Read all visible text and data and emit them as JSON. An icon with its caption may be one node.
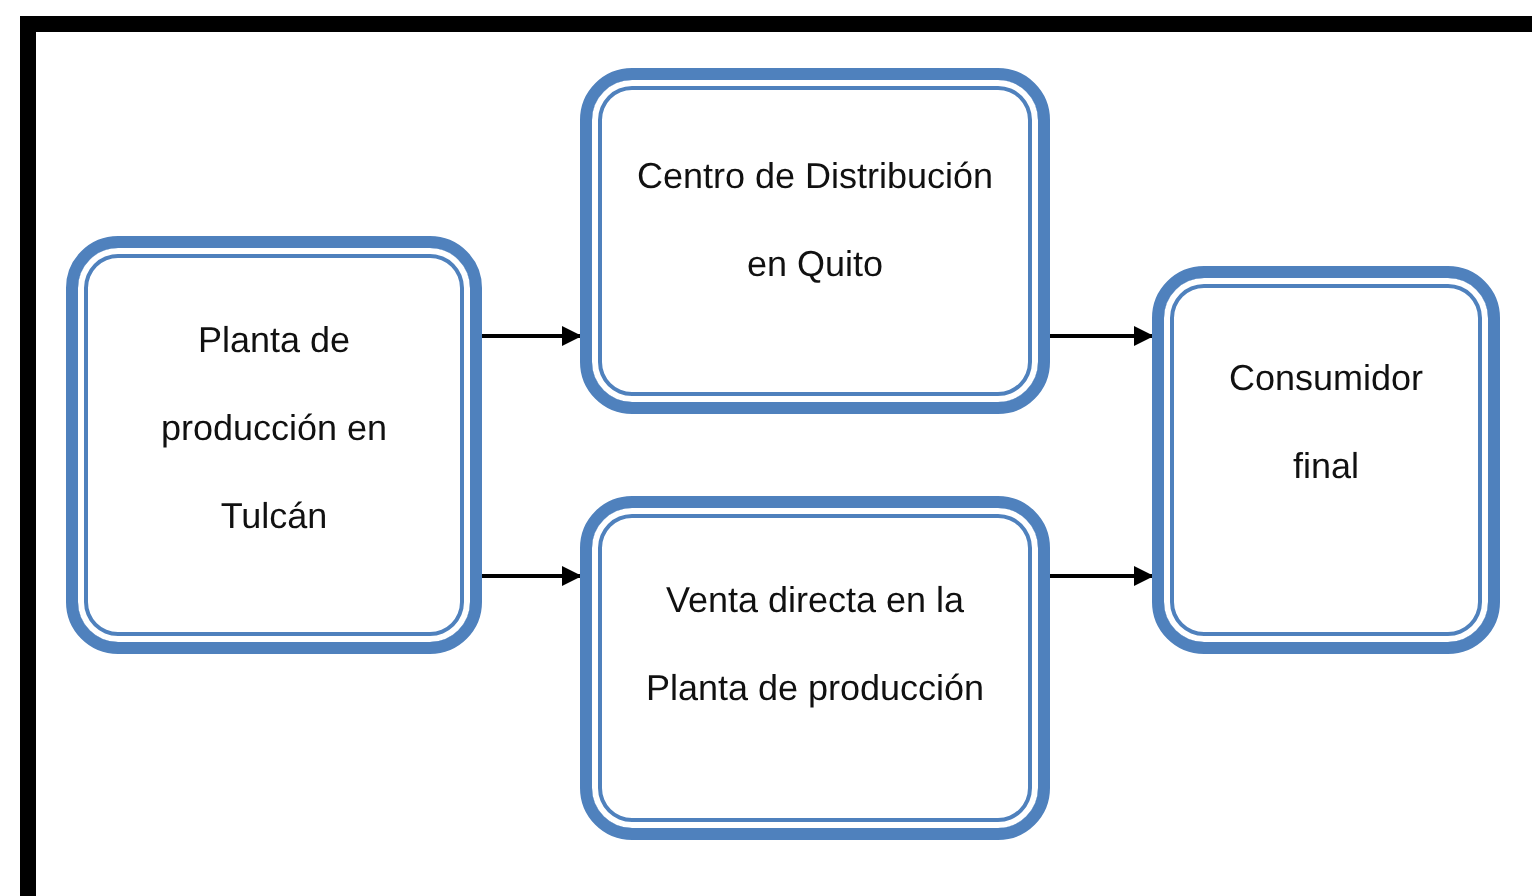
{
  "diagram": {
    "nodes": [
      {
        "text": [
          "Planta de producción en Tulcán"
        ]
      },
      {
        "text": [
          "Centro de Distribución en Quito"
        ]
      },
      {
        "text": [
          "Venta directa en la Planta de producción"
        ]
      },
      {
        "text": [
          "Consumidor final"
        ]
      }
    ],
    "edges": [
      {
        "from": 0,
        "to": 1,
        "arrow": "to"
      },
      {
        "from": 0,
        "to": 2,
        "arrow": "to"
      },
      {
        "from": 1,
        "to": 3,
        "arrow": "to"
      },
      {
        "from": 2,
        "to": 3,
        "arrow": "to"
      }
    ]
  }
}
